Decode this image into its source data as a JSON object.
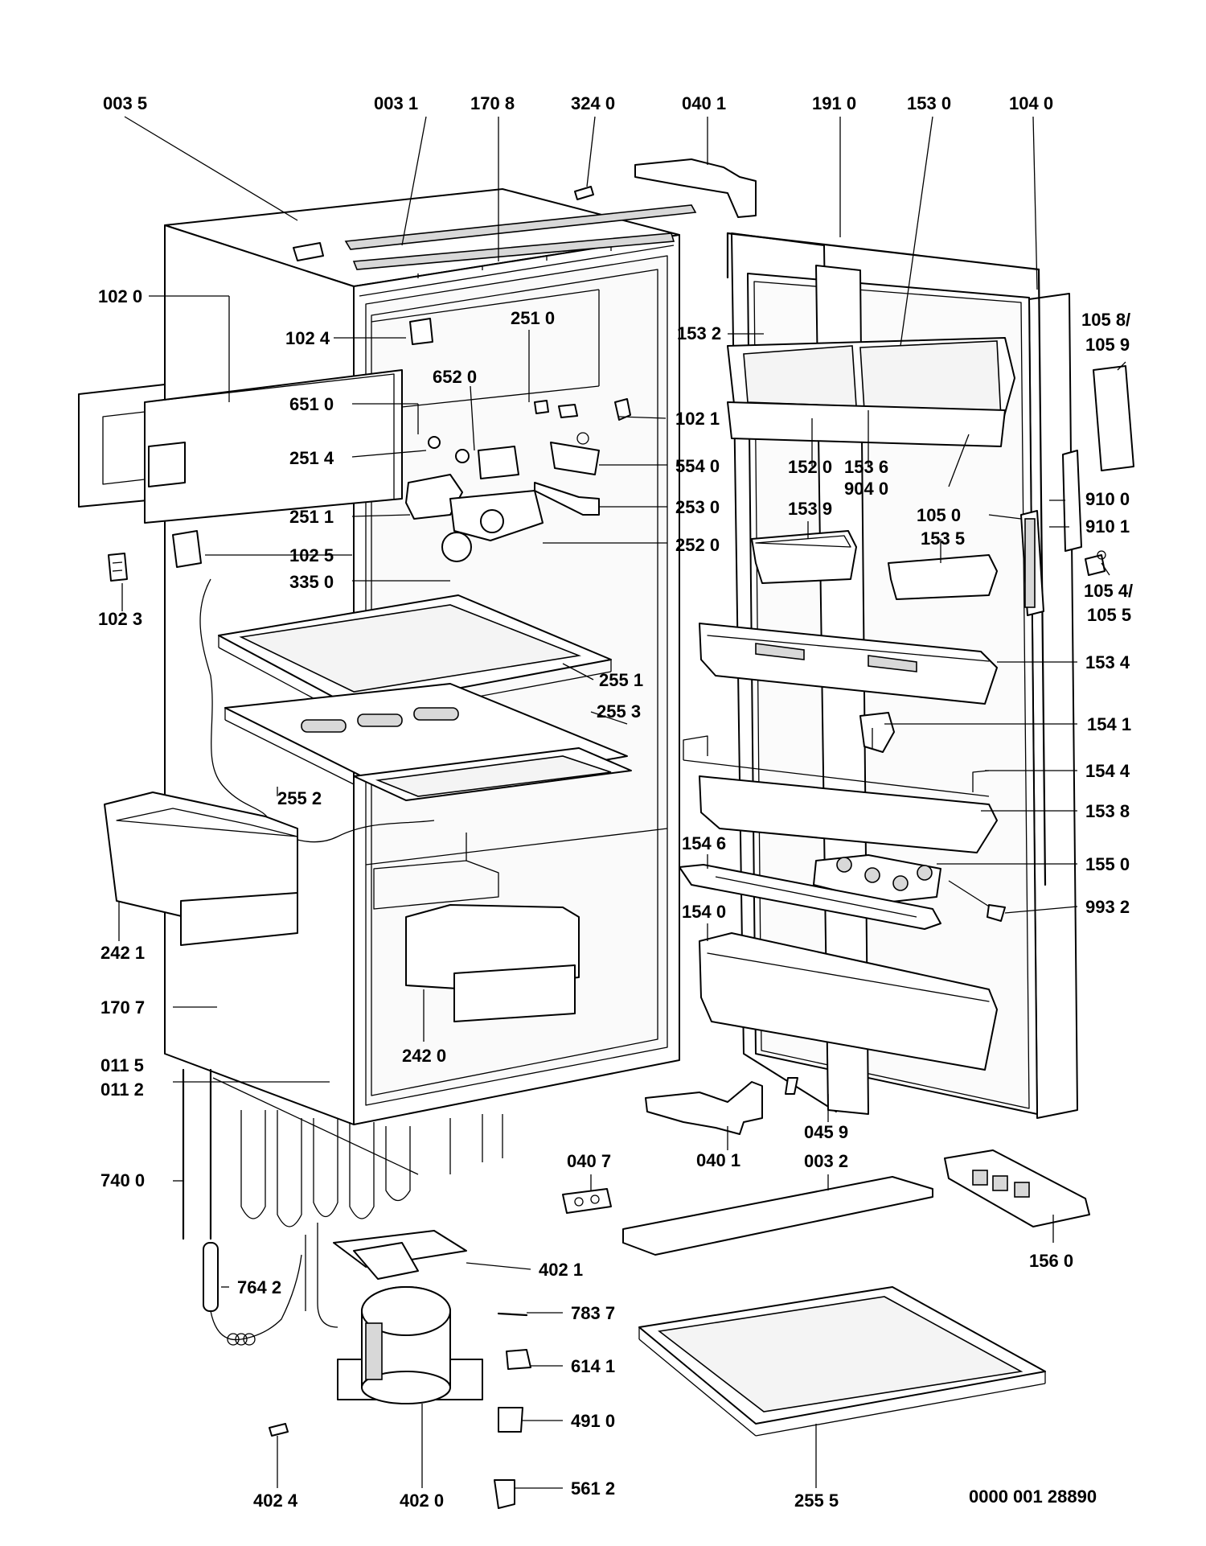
{
  "document_number": "0000 001 28890",
  "labels": [
    {
      "id": "0035",
      "text": "003 5"
    },
    {
      "id": "0031",
      "text": "003 1"
    },
    {
      "id": "1708",
      "text": "170 8"
    },
    {
      "id": "3240",
      "text": "324 0"
    },
    {
      "id": "0401a",
      "text": "040 1"
    },
    {
      "id": "1910",
      "text": "191 0"
    },
    {
      "id": "1530",
      "text": "153 0"
    },
    {
      "id": "1040",
      "text": "104 0"
    },
    {
      "id": "1020",
      "text": "102 0"
    },
    {
      "id": "1024",
      "text": "102 4"
    },
    {
      "id": "2510",
      "text": "251 0"
    },
    {
      "id": "1532",
      "text": "153 2"
    },
    {
      "id": "10589a",
      "text": "105 8/"
    },
    {
      "id": "10589b",
      "text": "105 9"
    },
    {
      "id": "6520",
      "text": "652 0"
    },
    {
      "id": "6510",
      "text": "651 0"
    },
    {
      "id": "1021",
      "text": "102 1"
    },
    {
      "id": "2514",
      "text": "251 4"
    },
    {
      "id": "5540",
      "text": "554 0"
    },
    {
      "id": "1520",
      "text": "152 0"
    },
    {
      "id": "1536",
      "text": "153 6"
    },
    {
      "id": "9040",
      "text": "904 0"
    },
    {
      "id": "9100",
      "text": "910 0"
    },
    {
      "id": "2511",
      "text": "251 1"
    },
    {
      "id": "2530",
      "text": "253 0"
    },
    {
      "id": "1050",
      "text": "105 0"
    },
    {
      "id": "9101",
      "text": "910 1"
    },
    {
      "id": "1539",
      "text": "153 9"
    },
    {
      "id": "1535",
      "text": "153 5"
    },
    {
      "id": "2520",
      "text": "252 0"
    },
    {
      "id": "1025",
      "text": "102 5"
    },
    {
      "id": "3350",
      "text": "335 0"
    },
    {
      "id": "10545a",
      "text": "105 4/"
    },
    {
      "id": "10545b",
      "text": "105 5"
    },
    {
      "id": "1023",
      "text": "102 3"
    },
    {
      "id": "1534",
      "text": "153 4"
    },
    {
      "id": "2551",
      "text": "255 1"
    },
    {
      "id": "2553",
      "text": "255 3"
    },
    {
      "id": "1541",
      "text": "154 1"
    },
    {
      "id": "1544",
      "text": "154 4"
    },
    {
      "id": "1538",
      "text": "153 8"
    },
    {
      "id": "2552",
      "text": "255 2"
    },
    {
      "id": "1546",
      "text": "154 6"
    },
    {
      "id": "1550",
      "text": "155 0"
    },
    {
      "id": "9932",
      "text": "993 2"
    },
    {
      "id": "1540",
      "text": "154 0"
    },
    {
      "id": "2421",
      "text": "242 1"
    },
    {
      "id": "1707",
      "text": "170 7"
    },
    {
      "id": "2420",
      "text": "242 0"
    },
    {
      "id": "0115",
      "text": "011 5"
    },
    {
      "id": "0112",
      "text": "011 2"
    },
    {
      "id": "0459",
      "text": "045 9"
    },
    {
      "id": "0407",
      "text": "040 7"
    },
    {
      "id": "0401b",
      "text": "040 1"
    },
    {
      "id": "0032",
      "text": "003 2"
    },
    {
      "id": "7400",
      "text": "740 0"
    },
    {
      "id": "1560",
      "text": "156 0"
    },
    {
      "id": "4021",
      "text": "402 1"
    },
    {
      "id": "7642",
      "text": "764 2"
    },
    {
      "id": "7837",
      "text": "783 7"
    },
    {
      "id": "6141",
      "text": "614 1"
    },
    {
      "id": "4910",
      "text": "491 0"
    },
    {
      "id": "5612",
      "text": "561 2"
    },
    {
      "id": "4024",
      "text": "402 4"
    },
    {
      "id": "4020",
      "text": "402 0"
    },
    {
      "id": "2555",
      "text": "255 5"
    }
  ]
}
